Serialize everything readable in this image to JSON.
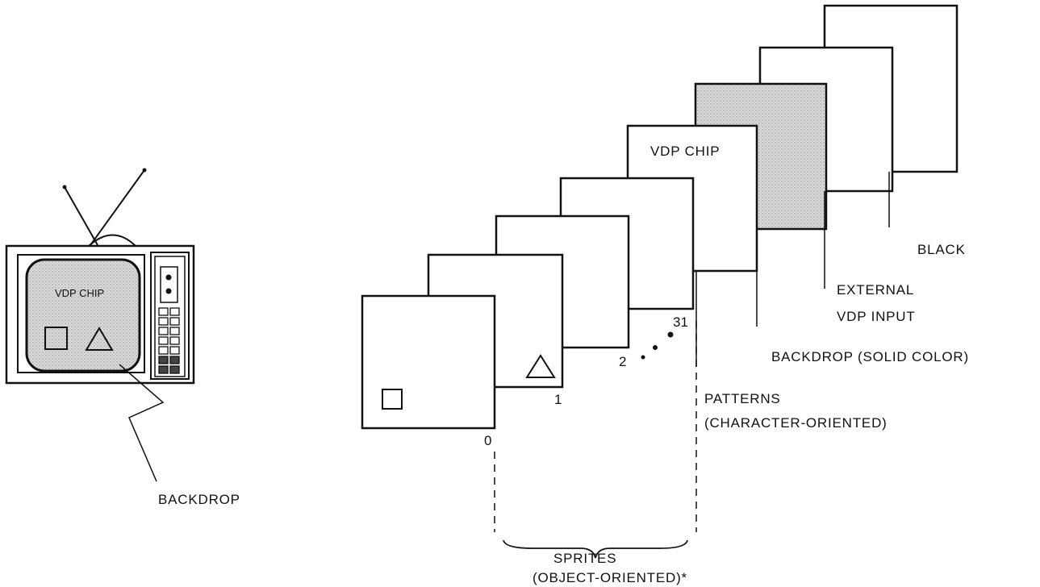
{
  "tv": {
    "screen_text": "VDP CHIP",
    "pointer_label": "BACKDROP"
  },
  "planes": {
    "plane_chip_text": "VDP CHIP",
    "sprite_numbers": [
      "0",
      "1",
      "2",
      "31"
    ],
    "labels": {
      "black": "BLACK",
      "external_line1": "EXTERNAL",
      "external_line2": "VDP INPUT",
      "backdrop": "BACKDROP (SOLID COLOR)",
      "patterns_line1": "PATTERNS",
      "patterns_line2": "(CHARACTER-ORIENTED)",
      "sprites_line1": "SPRITES",
      "sprites_line2": "(OBJECT-ORIENTED)*"
    }
  },
  "colors": {
    "ink": "#111111",
    "shaded_fill": "#d6d6d6",
    "background": "#ffffff"
  }
}
